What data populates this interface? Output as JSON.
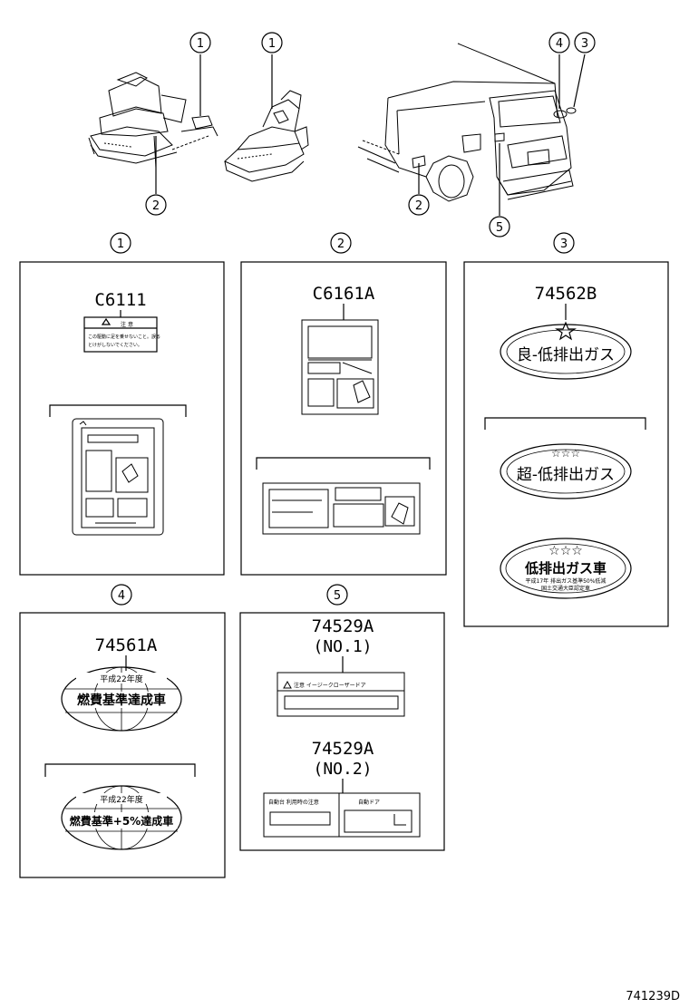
{
  "callouts": [
    "1",
    "2",
    "3",
    "4",
    "5"
  ],
  "panel1": {
    "part_no": "C6111",
    "label_title": "注 意",
    "label_line1": "この駆動に足を乗せないこと。誤る",
    "label_line2": "とけがしないでください。"
  },
  "panel2": {
    "part_no": "C6161A"
  },
  "panel3": {
    "part_no": "74562B",
    "oval1_text": "良-低排出ガス",
    "oval2_text": "超-低排出ガス",
    "oval3_text": "低排出ガス車",
    "oval3_sub1": "平成17年 排出ガス基準50%低減",
    "oval3_sub2": "国土交通大臣認定車"
  },
  "panel4": {
    "part_no": "74561A",
    "oval1_top": "平成22年度",
    "oval1_main": "燃費基準達成車",
    "oval2_top": "平成22年度",
    "oval2_main": "燃費基準+5%達成車"
  },
  "panel5": {
    "part_no_1": "74529A",
    "variant_1": "(NO.1)",
    "label1_text": "注意 イージークローザードア",
    "part_no_2": "74529A",
    "variant_2": "(NO.2)",
    "label2_left": "自動台 利用時の注意",
    "label2_right": "自動ドア"
  },
  "diagram_code": "741239D"
}
